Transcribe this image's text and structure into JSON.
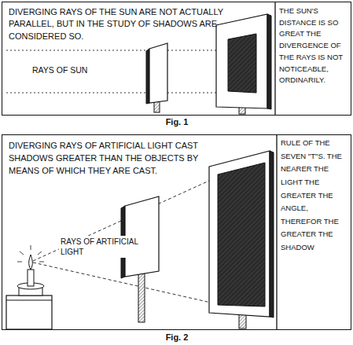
{
  "diagram": {
    "nodes": [
      {
        "text": [
          "DIVERGING RAYS OF THE SUN ARE NOT ACTUALLY PARALLEL, BUT IN THE STUDY OF SHADOWS ARE CONSIDERED SO.",
          "RAYS OF SUN",
          "THE SUN'S DISTANCE IS SO GREAT THE DIVERGENCE OF THE RAYS IS NOT NOTICEABLE, ORDINARILY."
        ]
      },
      {
        "text": [
          "DIVERGING RAYS OF ARTIFICIAL LIGHT CAST SHADOWS GREATER THAN THE OBJECTS BY MEANS OF WHICH THEY ARE CAST.",
          "RAYS OF ARTIFICIAL LIGHT",
          "RULE OF THE SEVEN \"T\"S. THE NEARER THE LIGHT THE GREATER THE ANGLE, THEREFOR THE GREATER THE SHADOW"
        ]
      }
    ],
    "labels": [
      "Fig. 1",
      "Fig. 2"
    ]
  }
}
